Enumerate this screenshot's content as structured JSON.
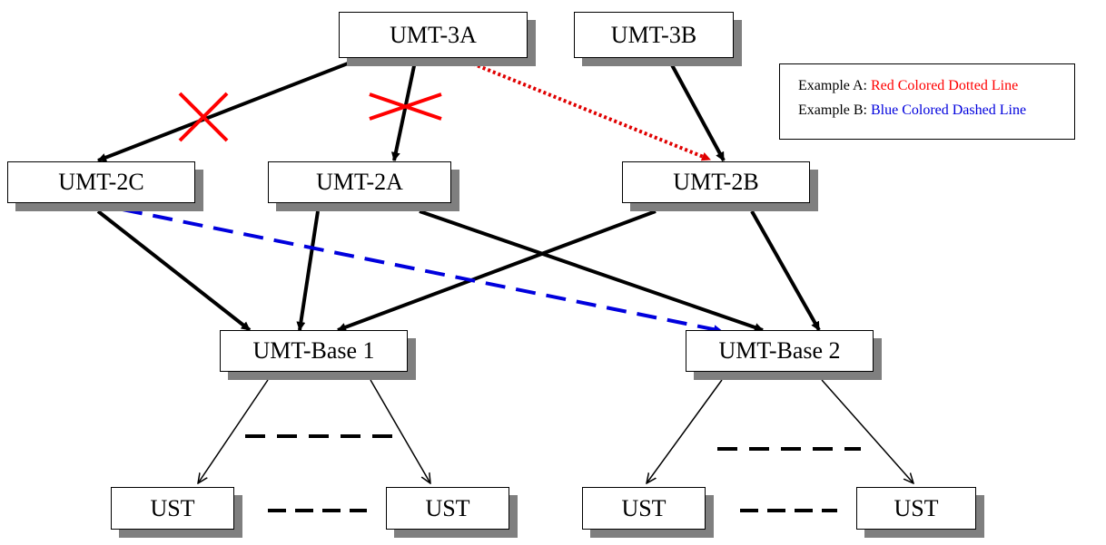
{
  "nodes": {
    "umt_3a": "UMT-3A",
    "umt_3b": "UMT-3B",
    "umt_2c": "UMT-2C",
    "umt_2a": "UMT-2A",
    "umt_2b": "UMT-2B",
    "umt_base_1": "UMT-Base 1",
    "umt_base_2": "UMT-Base 2",
    "ust_1": "UST",
    "ust_2": "UST",
    "ust_3": "UST",
    "ust_4": "UST"
  },
  "legend": {
    "a_prefix": "Example A: ",
    "a_text": "Red Colored Dotted Line",
    "a_color": "#ff0000",
    "b_prefix": "Example B: ",
    "b_text": "Blue Colored Dashed Line",
    "b_color": "#0000dd"
  },
  "colors": {
    "line": "#000000",
    "cross": "#ff0000",
    "dotted": "#e00000",
    "dashed": "#0000dd",
    "shadow": "#7f7f7f"
  }
}
